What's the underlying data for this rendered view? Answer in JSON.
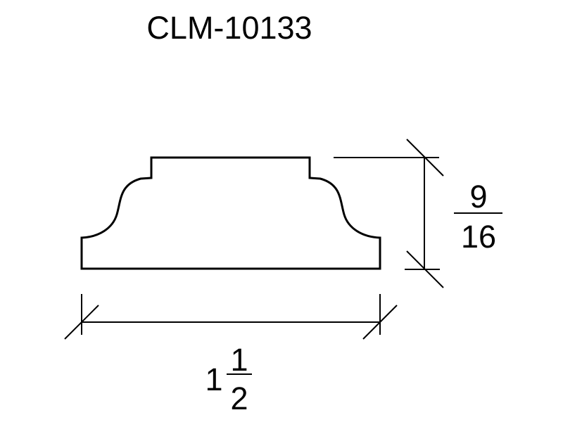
{
  "title": "CLM-10133",
  "height_dimension": {
    "numerator": "9",
    "denominator": "16"
  },
  "width_dimension": {
    "whole": "1",
    "numerator": "1",
    "denominator": "2"
  },
  "line_color": "#000000"
}
